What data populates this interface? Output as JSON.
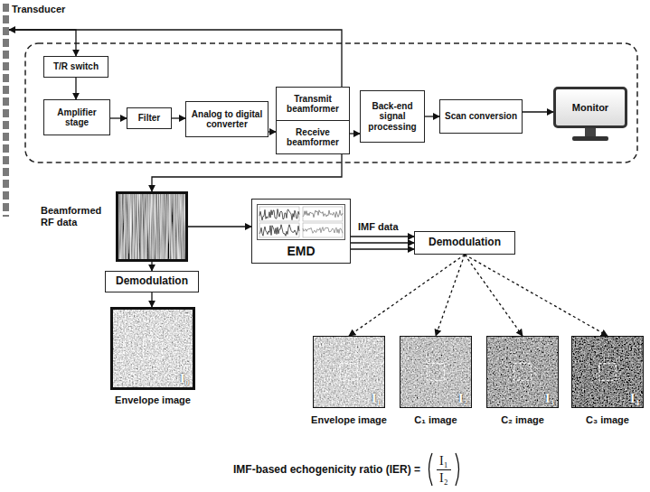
{
  "diagram": {
    "nodes": [
      {
        "text": [
          "Transducer"
        ]
      },
      {
        "text": [
          "T/R switch"
        ]
      },
      {
        "text": [
          "Transmit beamformer"
        ]
      },
      {
        "text": [
          "Receive beamformer"
        ]
      },
      {
        "text": [
          "Amplifier stage"
        ]
      },
      {
        "text": [
          "Filter"
        ]
      },
      {
        "text": [
          "Analog to digital converter"
        ]
      },
      {
        "text": [
          "Back-end signal processing"
        ]
      },
      {
        "text": [
          "Scan conversion"
        ]
      },
      {
        "text": [
          "Monitor"
        ]
      },
      {
        "text": [
          "Beamformed RF data"
        ]
      },
      {
        "text": [
          "EMD"
        ]
      },
      {
        "text": [
          "Demodulation"
        ]
      },
      {
        "text": [
          "Demodulation"
        ]
      },
      {
        "text": [
          "I₀",
          "Envelope image"
        ]
      },
      {
        "text": [
          "I₁",
          "Envelope image"
        ]
      },
      {
        "text": [
          "I₂",
          "C₁ image"
        ]
      },
      {
        "text": [
          "I₃",
          "C₂ image"
        ]
      },
      {
        "text": [
          "I₄",
          "C₃ image"
        ]
      }
    ],
    "edges": [
      {
        "from": 2,
        "to": 0,
        "arrow": "to"
      },
      {
        "from": 0,
        "to": 1,
        "arrow": "to"
      },
      {
        "from": 1,
        "to": 4,
        "arrow": "to"
      },
      {
        "from": 4,
        "to": 5,
        "arrow": "to"
      },
      {
        "from": 5,
        "to": 6,
        "arrow": "to"
      },
      {
        "from": 6,
        "to": 3,
        "arrow": "to"
      },
      {
        "from": 3,
        "to": 7,
        "arrow": "to"
      },
      {
        "from": 7,
        "to": 8,
        "arrow": "to"
      },
      {
        "from": 8,
        "to": 9,
        "arrow": "to"
      },
      {
        "from": 3,
        "to": 10,
        "arrow": "to"
      },
      {
        "from": 10,
        "to": 13,
        "arrow": "to"
      },
      {
        "from": 13,
        "to": 14,
        "arrow": "to"
      },
      {
        "from": 10,
        "to": 11,
        "arrow": "to"
      },
      {
        "from": 11,
        "to": 12,
        "label": "IMF data",
        "arrow": "to"
      },
      {
        "from": 11,
        "to": 12,
        "arrow": "to"
      },
      {
        "from": 11,
        "to": 12,
        "arrow": "to"
      },
      {
        "from": 12,
        "to": 15,
        "arrow": "to"
      },
      {
        "from": 12,
        "to": 16,
        "arrow": "to"
      },
      {
        "from": 12,
        "to": 17,
        "arrow": "to"
      },
      {
        "from": 12,
        "to": 18,
        "arrow": "to"
      }
    ],
    "labels": [
      "IMF-based echogenicity ratio (IER) =",
      "I₁",
      "I₂"
    ]
  }
}
